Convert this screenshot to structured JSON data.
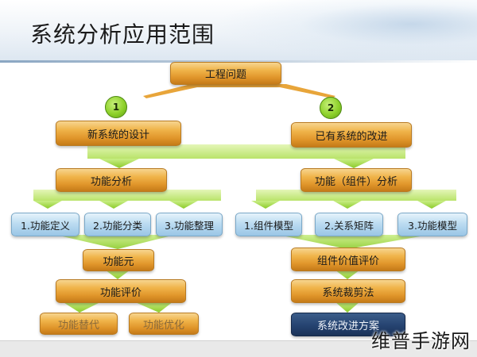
{
  "title": "系统分析应用范围",
  "nodes": {
    "root": "工程问题",
    "badge1": "1",
    "badge2": "2",
    "left_top": "新系统的设计",
    "right_top": "已有系统的改进",
    "left_analysis": "功能分析",
    "right_analysis": "功能（组件）分析",
    "left_sub": [
      "1.功能定义",
      "2.功能分类",
      "3.功能整理"
    ],
    "right_sub": [
      "1.组件模型",
      "2.关系矩阵",
      "3.功能模型"
    ],
    "left_element": "功能元",
    "left_eval": "功能评价",
    "left_out": [
      "功能替代",
      "功能优化"
    ],
    "right_eval": "组件价值评价",
    "right_trim": "系统裁剪法",
    "right_out": "系统改进方案"
  },
  "watermark": "维普手游网",
  "colors": {
    "orange": "#f0b44a",
    "blue": "#bcdcf1",
    "green": "#9ad23a",
    "navy": "#24416e"
  }
}
